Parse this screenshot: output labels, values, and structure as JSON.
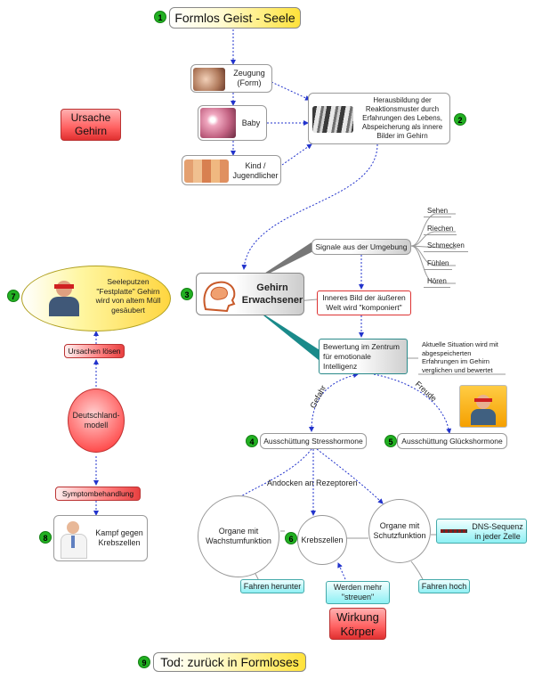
{
  "title_top": "Formlos Geist - Seele",
  "title_bottom": "Tod: zurück in Formloses",
  "badges": [
    "1",
    "2",
    "3",
    "4",
    "5",
    "6",
    "7",
    "8",
    "9"
  ],
  "nodes": {
    "zeugung": "Zeugung\n(Form)",
    "baby": "Baby",
    "kind": "Kind /\nJugendlicher",
    "herausbildung": "Herausbildung der\nReaktionsmuster durch\nErfahrungen des Lebens,\nAbspeicherung als innere\nBilder im Gehirn",
    "ursache_gehirn": "Ursache\nGehirn",
    "gehirn_erwachsener": "Gehirn\nErwachsener",
    "signale": "Signale aus der Umgebung",
    "inneres_bild": "Inneres Bild der äußeren\nWelt wird \"komponiert\"",
    "bewertung": "Bewertung im Zentrum\nfür emotionale\nIntelligenz",
    "aktuelle_situation": "Aktuelle Situation wird mit\nabgespeicherten\nErfahrungen im Gehirn\nverglichen und bewertet",
    "gefahr": "Gefahr",
    "freude": "Freude",
    "stress": "Ausschüttung Stresshormone",
    "glueck": "Ausschüttung Glückshormone",
    "andocken": "Andocken an Rezeptoren",
    "organe_wachstum": "Organe mit\nWachstumfunktion",
    "krebszellen": "Krebszellen",
    "organe_schutz": "Organe mit\nSchutzfunktion",
    "dns": "DNS-Sequenz\nin jeder Zelle",
    "fahren_herunter": "Fahren herunter",
    "fahren_hoch": "Fahren hoch",
    "werden_streuen": "Werden mehr\n\"streuen\"",
    "wirkung_koerper": "Wirkung\nKörper",
    "seeleputzen": "Seeleputzen\n\"Festplatte\" Gehirn\nwird von altem Müll\ngesäubert",
    "ursachen_loesen": "Ursachen lösen",
    "deutschlandmodell": "Deutschland-\nmodell",
    "symptombehandlung": "Symptombehandlung",
    "kampf": "Kampf gegen\nKrebszellen"
  },
  "senses": [
    "Sehen",
    "Riechen",
    "Schmecken",
    "Fühlen",
    "Hören"
  ],
  "colors": {
    "badge": "#22b022",
    "link": "#2233cc",
    "accent_red": "#ff6060",
    "accent_yellow": "#ffe23a",
    "accent_cyan": "#8ef0f4",
    "teal": "#1a8a8a"
  }
}
